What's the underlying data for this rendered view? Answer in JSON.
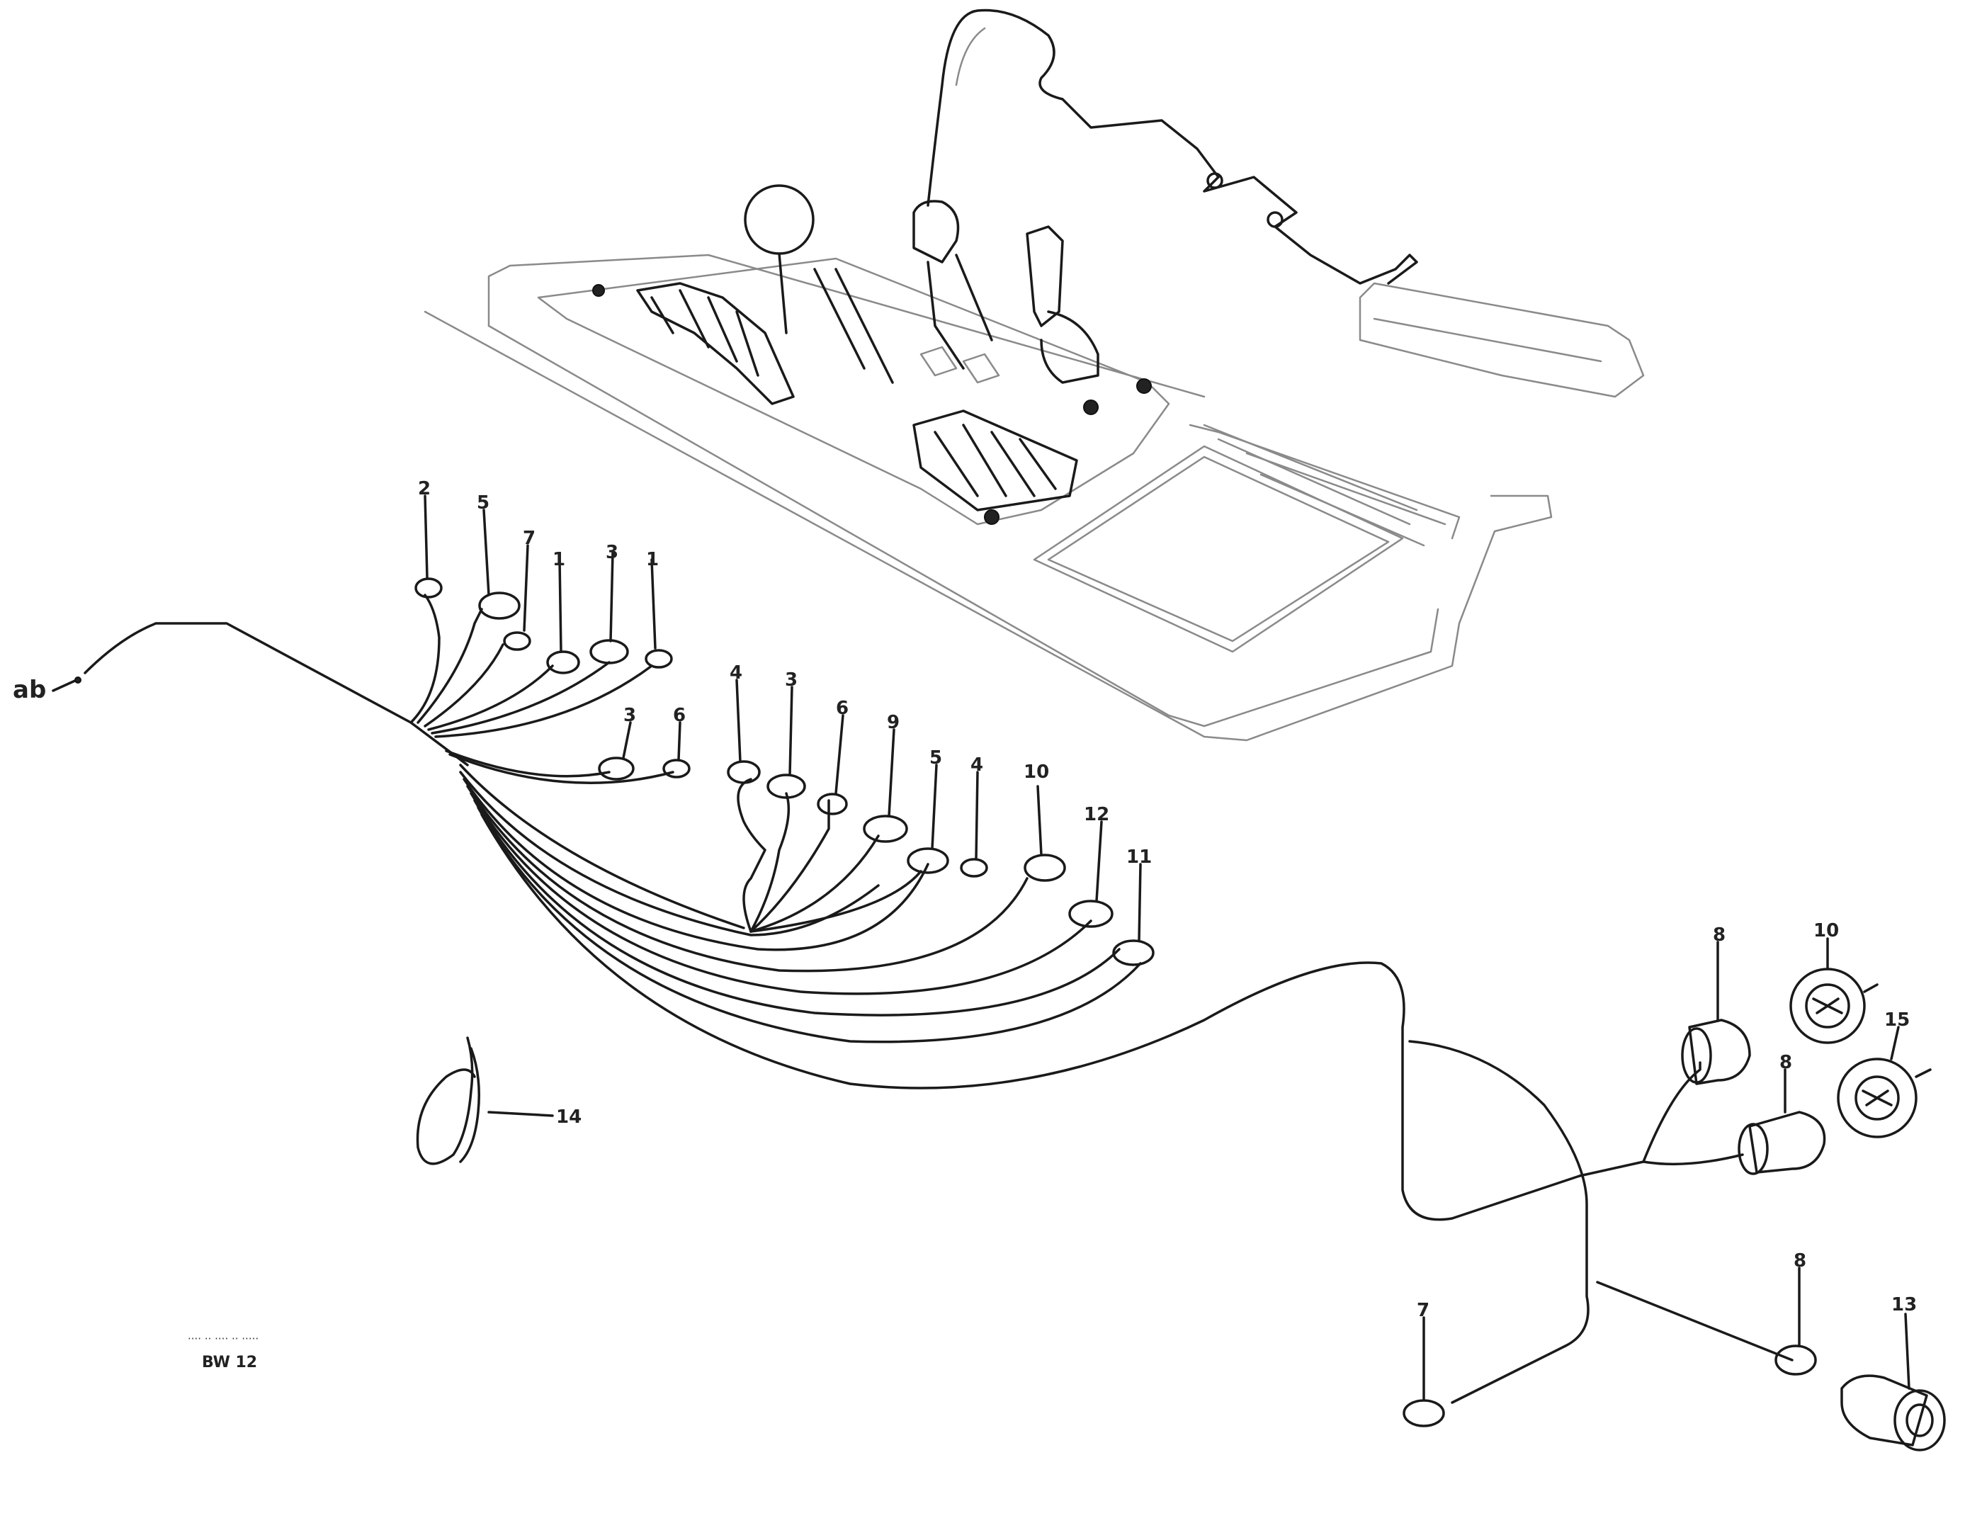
{
  "diagram": {
    "title_label": "Connector / cable harness diagram",
    "labels": {
      "l1a": "2",
      "l1b": "5",
      "l1c": "7",
      "l1d": "1",
      "l1e": "3",
      "l1f": "1",
      "l2a": "3",
      "l2b": "6",
      "l3a": "4",
      "l3b": "3",
      "l3c": "6",
      "l3d": "9",
      "l3e": "5",
      "l3f": "4",
      "l3g": "10",
      "l3h": "12",
      "l3i": "11",
      "l4a": "8",
      "l4b": "10",
      "l4c": "15",
      "l4d": "8",
      "l5a": "7",
      "l5b": "8",
      "l5c": "13",
      "ab": "ab",
      "l14": "14"
    },
    "code_line1": "···· ·· ···· ·· ·····",
    "code_line2": "BW 12"
  }
}
